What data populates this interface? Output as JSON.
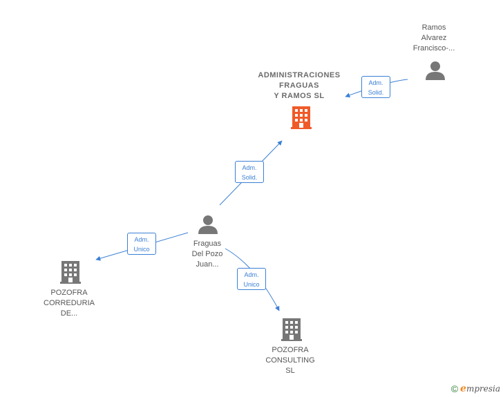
{
  "nodes": {
    "main_company": {
      "lines": [
        "ADMINISTRACIONES",
        "FRAGUAS",
        "Y RAMOS  SL"
      ],
      "color": "#f05a28"
    },
    "person_ramos": {
      "lines": [
        "Ramos",
        "Alvarez",
        "Francisco-..."
      ]
    },
    "person_fraguas": {
      "lines": [
        "Fraguas",
        "Del Pozo",
        "Juan..."
      ]
    },
    "company_correduria": {
      "lines": [
        "POZOFRA",
        "CORREDURIA",
        "DE..."
      ]
    },
    "company_consulting": {
      "lines": [
        "POZOFRA",
        "CONSULTING",
        "SL"
      ]
    }
  },
  "edges": {
    "ramos_to_main": {
      "lines": [
        "Adm.",
        "Solid."
      ]
    },
    "fraguas_to_main": {
      "lines": [
        "Adm.",
        "Solid."
      ]
    },
    "fraguas_to_correduria": {
      "lines": [
        "Adm.",
        "Unico"
      ]
    },
    "fraguas_to_consulting": {
      "lines": [
        "Adm.",
        "Unico"
      ]
    }
  },
  "colors": {
    "edge": "#3a7fd5",
    "icon_gray": "#777777",
    "main_company": "#f05a28"
  },
  "footer": {
    "copyright_symbol": "©",
    "brand_first": "e",
    "brand_rest": "mpresia"
  }
}
